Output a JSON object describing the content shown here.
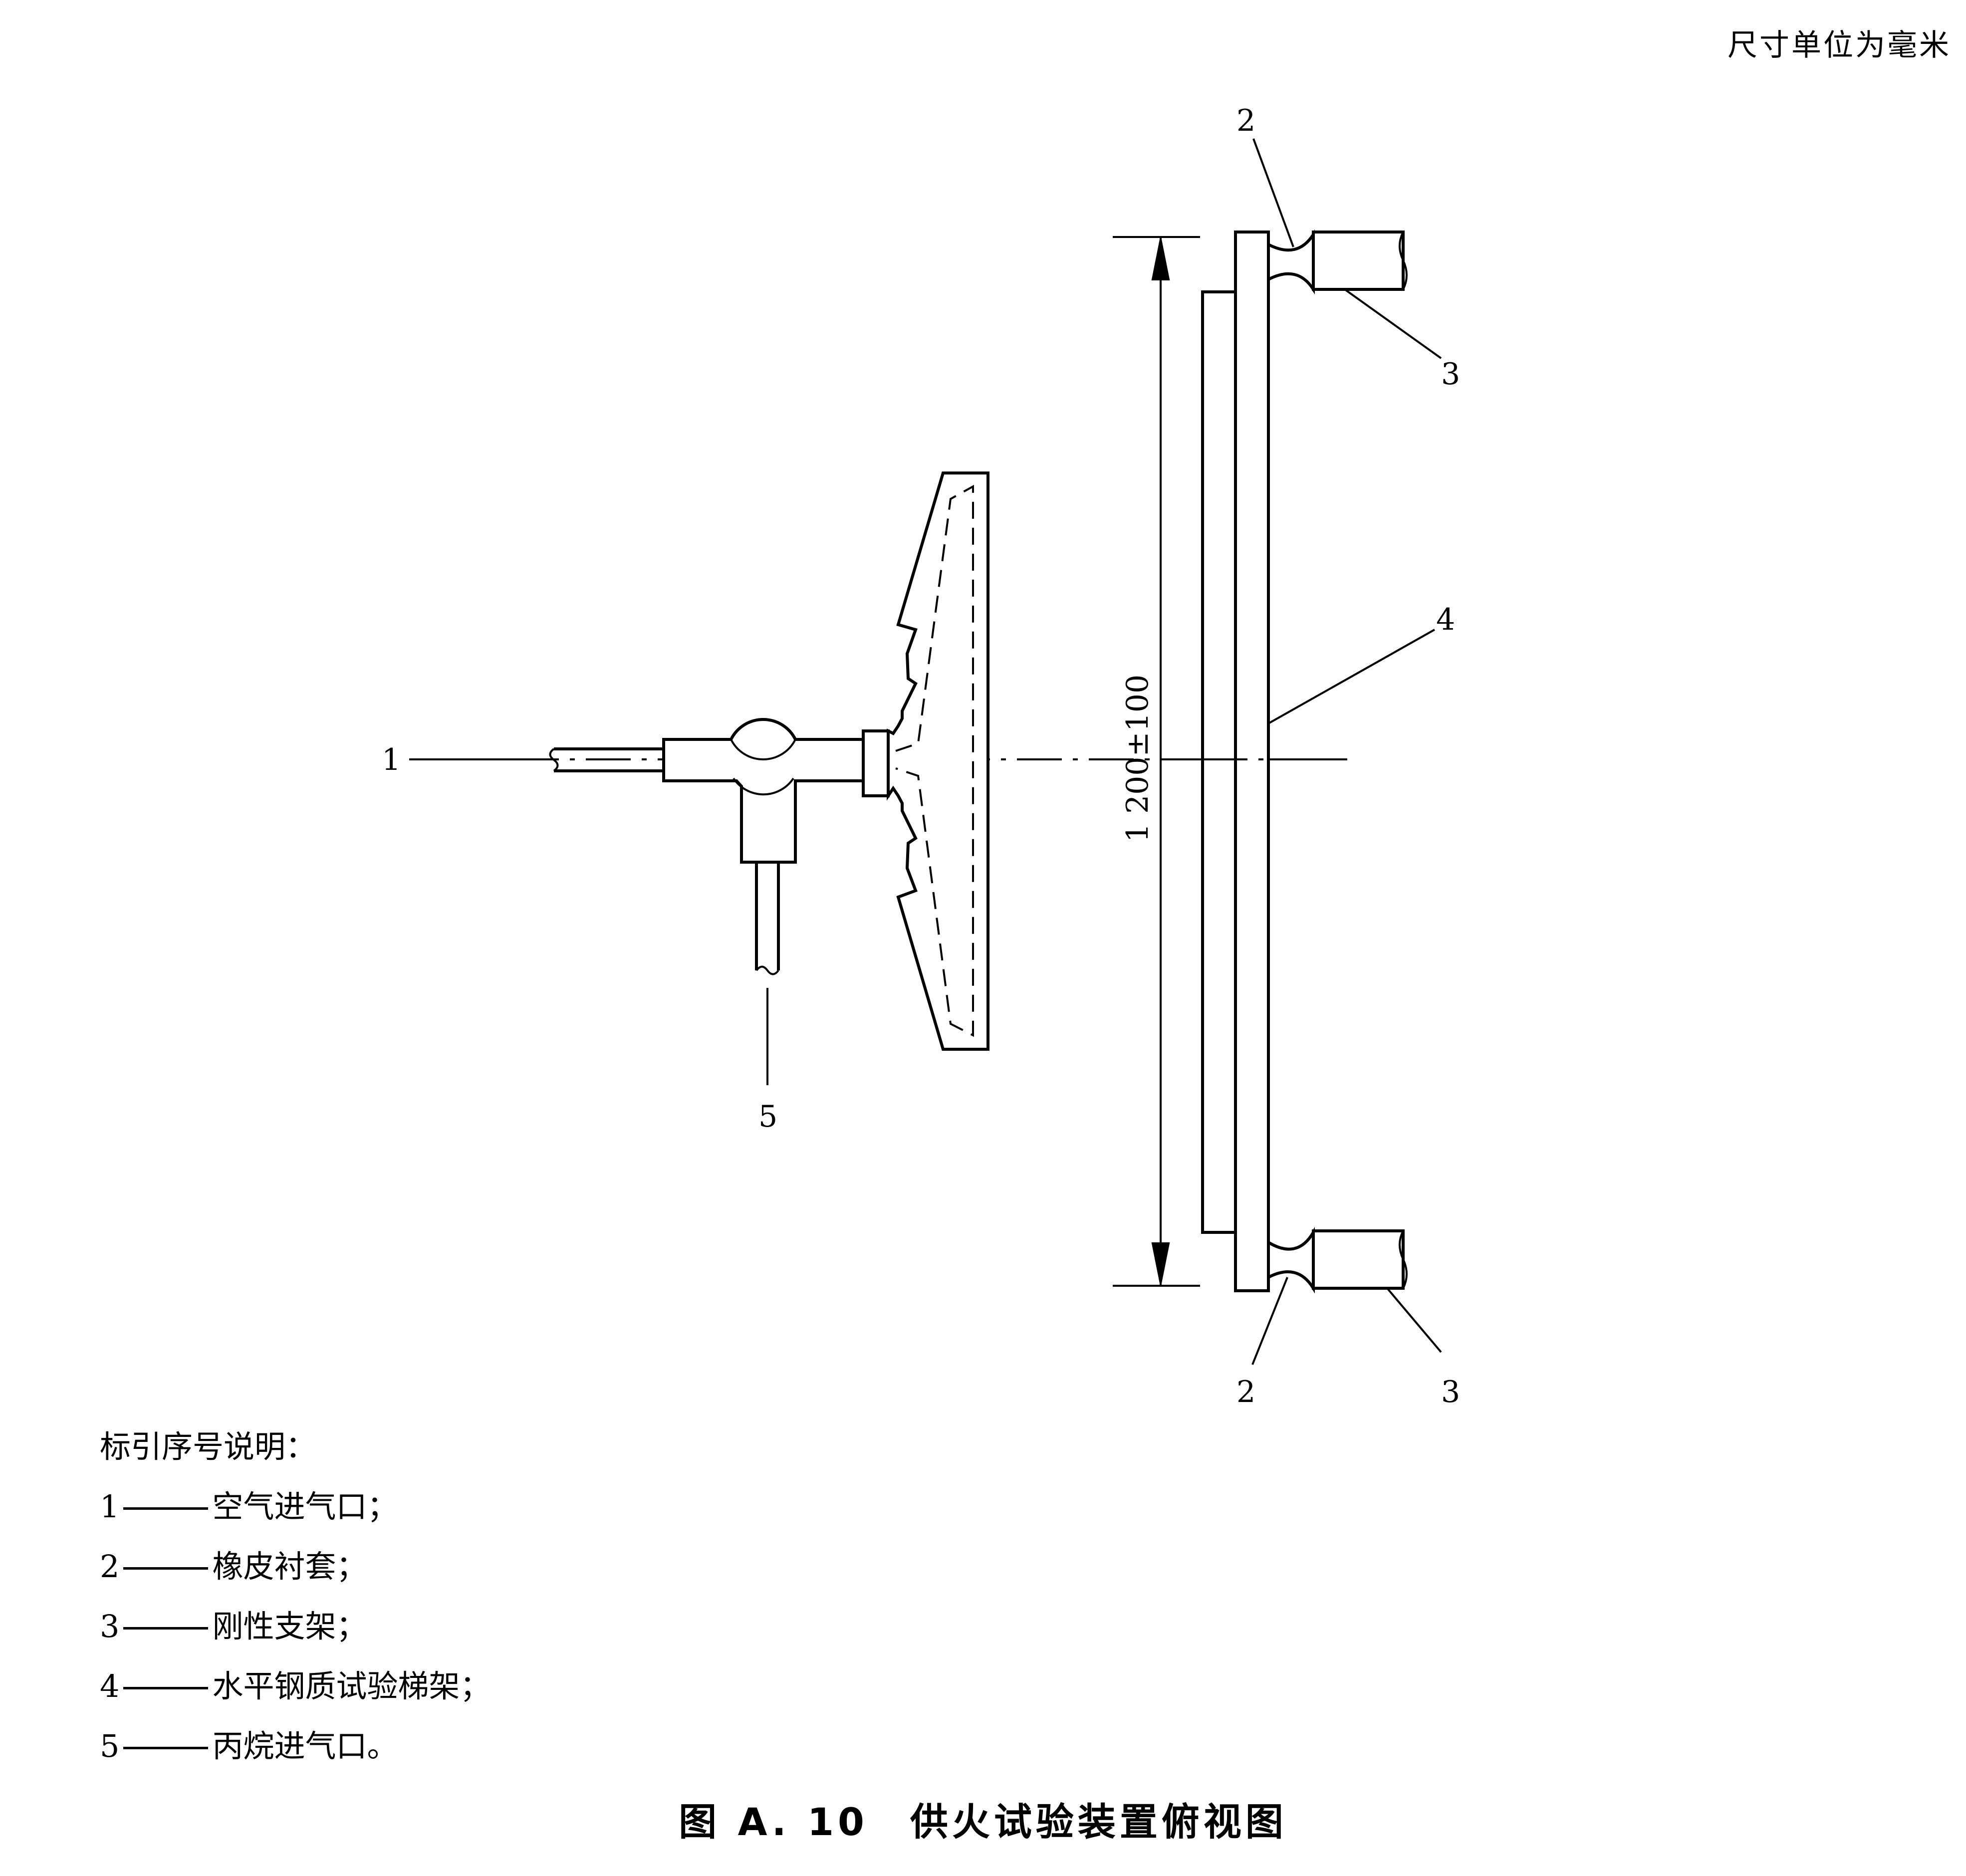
{
  "header": {
    "units_note": "尺寸单位为毫米"
  },
  "callouts": {
    "c1": "1",
    "c2_top": "2",
    "c2_bottom": "2",
    "c3_top": "3",
    "c3_bottom": "3",
    "c4": "4",
    "c5": "5"
  },
  "dimension": {
    "label": "1 200±100"
  },
  "legend": {
    "title": "标引序号说明：",
    "items": [
      {
        "num": "1",
        "text": "空气进气口；"
      },
      {
        "num": "2",
        "text": "橡皮衬套；"
      },
      {
        "num": "3",
        "text": "刚性支架；"
      },
      {
        "num": "4",
        "text": "水平钢质试验梯架；"
      },
      {
        "num": "5",
        "text": "丙烷进气口。"
      }
    ]
  },
  "caption": "图 A. 10　供火试验装置俯视图"
}
